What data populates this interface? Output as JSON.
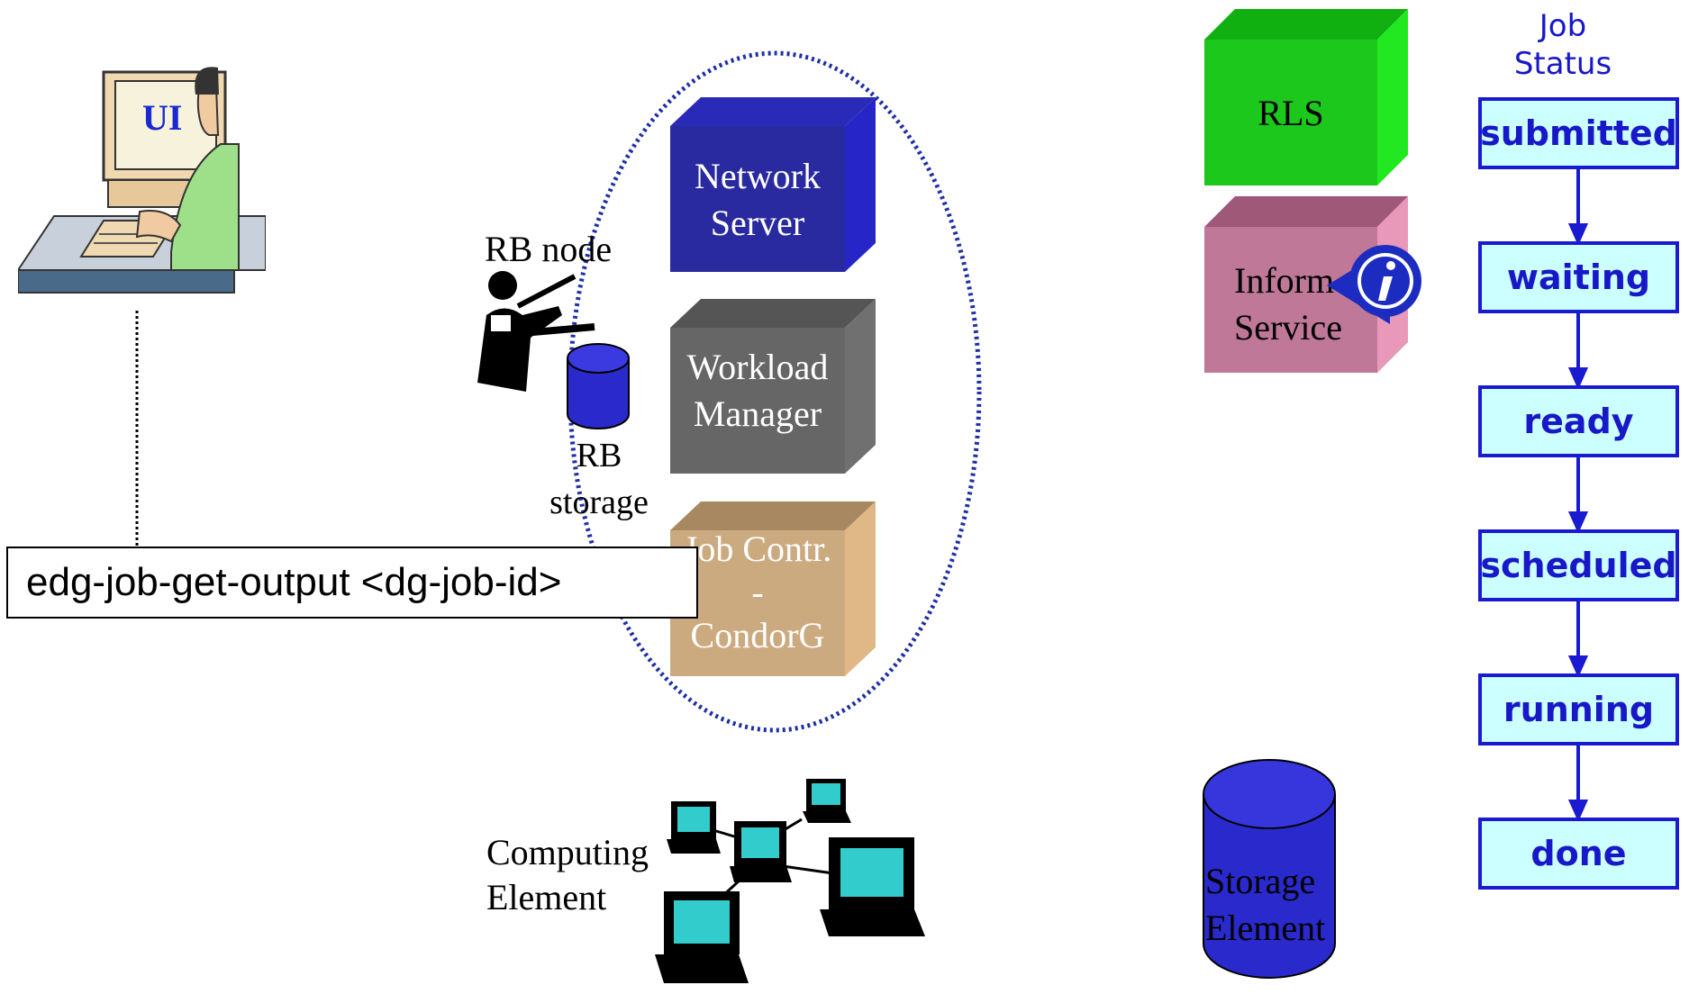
{
  "ui": {
    "label": "UI"
  },
  "rb_node": {
    "label": "RB node"
  },
  "rb_storage": {
    "label_line1": "RB",
    "label_line2": "storage"
  },
  "network_server": {
    "line1": "Network",
    "line2": "Server"
  },
  "workload_manager": {
    "line1": "Workload",
    "line2": "Manager"
  },
  "job_controller": {
    "line1": "Job Contr.",
    "line2": "-",
    "line3": "CondorG"
  },
  "rls": {
    "label": "RLS"
  },
  "information_service": {
    "line1": "Inform",
    "line2": "Service"
  },
  "computing_element": {
    "line1": "Computing",
    "line2": "Element"
  },
  "storage_element": {
    "line1": "Storage",
    "line2": "Element"
  },
  "command": {
    "text": "edg-job-get-output <dg-job-id>"
  },
  "job_status": {
    "title_line1": "Job",
    "title_line2": "Status",
    "states": [
      "submitted",
      "waiting",
      "ready",
      "scheduled",
      "running",
      "done"
    ]
  },
  "colors": {
    "network_server": "#2a2aa0",
    "workload_manager": "#666666",
    "job_controller": "#ccaa80",
    "rls": "#1cc81c",
    "information_service": "#c07898",
    "status_border": "#1a1ad0",
    "status_fill": "#ccffff"
  }
}
